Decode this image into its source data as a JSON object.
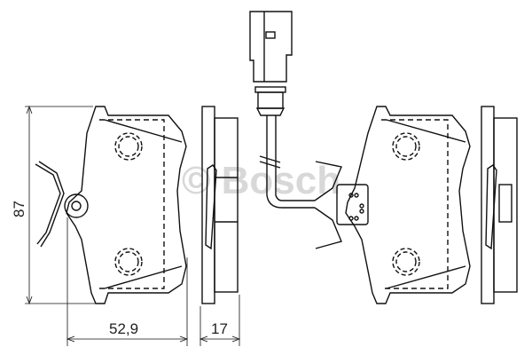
{
  "drawing": {
    "subject": "Brake pad set technical drawing",
    "watermark": "© Bosch",
    "dimensions": {
      "height": "87",
      "width": "52,9",
      "thickness": "17"
    }
  }
}
